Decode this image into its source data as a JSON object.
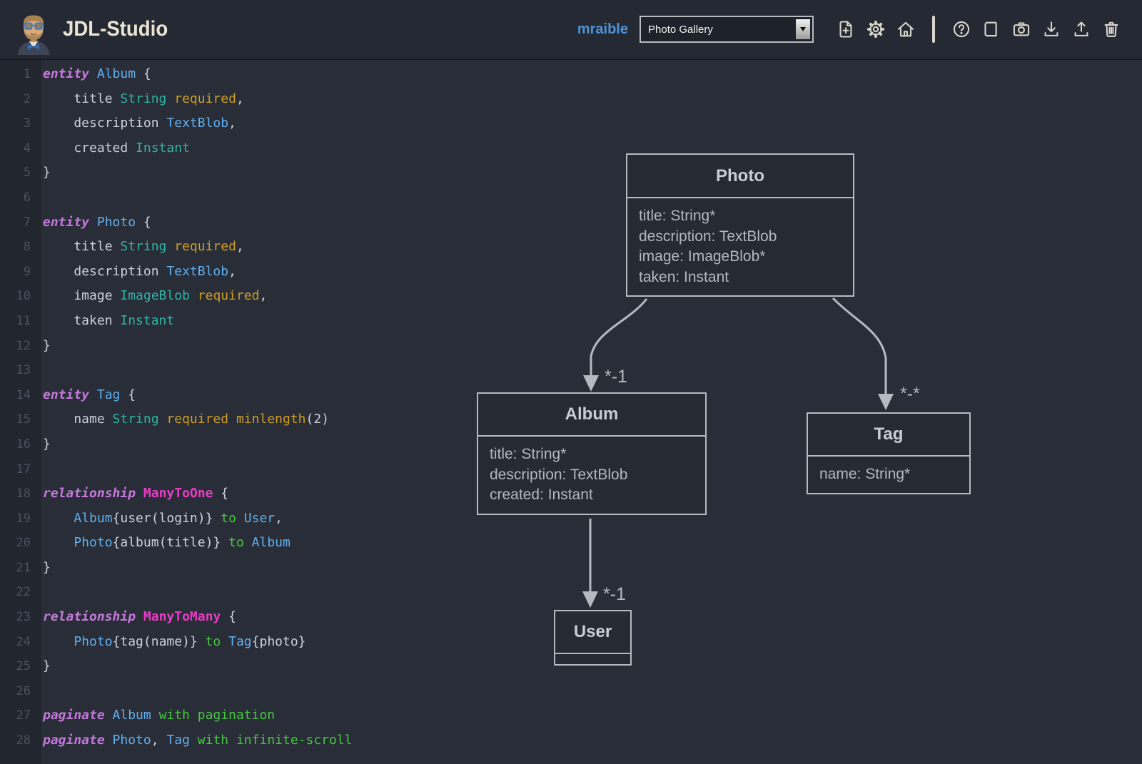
{
  "header": {
    "app_title": "JDL-Studio",
    "username": "mraible",
    "selected_sample": "Photo Gallery",
    "toolbar_icons": [
      "new-file",
      "settings",
      "home",
      "separator",
      "help",
      "documentation",
      "export-image",
      "download",
      "upload",
      "delete"
    ]
  },
  "colors": {
    "background": "#282d37",
    "header_bg": "#242933",
    "accent_blue": "#61afef",
    "keyword_violet": "#c678dd",
    "type_teal": "#30b3a3",
    "option_gold": "#cf9d26",
    "relation_magenta": "#ea3bc7",
    "green": "#46c840",
    "diagram_line": "#b6bac0",
    "username_blue": "#4e93d9"
  },
  "editor": {
    "lines": [
      [
        [
          "kw",
          "entity"
        ],
        [
          "p",
          " "
        ],
        [
          "ref",
          "Album"
        ],
        [
          "p",
          " {"
        ]
      ],
      [
        [
          "p",
          "    title "
        ],
        [
          "ty",
          "String"
        ],
        [
          "p",
          " "
        ],
        [
          "rq",
          "required"
        ],
        [
          "p",
          ","
        ]
      ],
      [
        [
          "p",
          "    description "
        ],
        [
          "ref",
          "TextBlob"
        ],
        [
          "p",
          ","
        ]
      ],
      [
        [
          "p",
          "    created "
        ],
        [
          "ty",
          "Instant"
        ]
      ],
      [
        [
          "p",
          "}"
        ]
      ],
      [],
      [
        [
          "kw",
          "entity"
        ],
        [
          "p",
          " "
        ],
        [
          "ref",
          "Photo"
        ],
        [
          "p",
          " {"
        ]
      ],
      [
        [
          "p",
          "    title "
        ],
        [
          "ty",
          "String"
        ],
        [
          "p",
          " "
        ],
        [
          "rq",
          "required"
        ],
        [
          "p",
          ","
        ]
      ],
      [
        [
          "p",
          "    description "
        ],
        [
          "ref",
          "TextBlob"
        ],
        [
          "p",
          ","
        ]
      ],
      [
        [
          "p",
          "    image "
        ],
        [
          "ty",
          "ImageBlob"
        ],
        [
          "p",
          " "
        ],
        [
          "rq",
          "required"
        ],
        [
          "p",
          ","
        ]
      ],
      [
        [
          "p",
          "    taken "
        ],
        [
          "ty",
          "Instant"
        ]
      ],
      [
        [
          "p",
          "}"
        ]
      ],
      [],
      [
        [
          "kw",
          "entity"
        ],
        [
          "p",
          " "
        ],
        [
          "ref",
          "Tag"
        ],
        [
          "p",
          " {"
        ]
      ],
      [
        [
          "p",
          "    name "
        ],
        [
          "ty",
          "String"
        ],
        [
          "p",
          " "
        ],
        [
          "rq",
          "required"
        ],
        [
          "p",
          " "
        ],
        [
          "rq",
          "minlength"
        ],
        [
          "p",
          "(2)"
        ]
      ],
      [
        [
          "p",
          "}"
        ]
      ],
      [],
      [
        [
          "kw",
          "relationship"
        ],
        [
          "p",
          " "
        ],
        [
          "rl",
          "ManyToOne"
        ],
        [
          "p",
          " {"
        ]
      ],
      [
        [
          "p",
          "    "
        ],
        [
          "ref",
          "Album"
        ],
        [
          "p",
          "{user(login)} "
        ],
        [
          "gr",
          "to"
        ],
        [
          "p",
          " "
        ],
        [
          "ref",
          "User"
        ],
        [
          "p",
          ","
        ]
      ],
      [
        [
          "p",
          "    "
        ],
        [
          "ref",
          "Photo"
        ],
        [
          "p",
          "{album(title)} "
        ],
        [
          "gr",
          "to"
        ],
        [
          "p",
          " "
        ],
        [
          "ref",
          "Album"
        ]
      ],
      [
        [
          "p",
          "}"
        ]
      ],
      [],
      [
        [
          "kw",
          "relationship"
        ],
        [
          "p",
          " "
        ],
        [
          "rl",
          "ManyToMany"
        ],
        [
          "p",
          " {"
        ]
      ],
      [
        [
          "p",
          "    "
        ],
        [
          "ref",
          "Photo"
        ],
        [
          "p",
          "{tag(name)} "
        ],
        [
          "gr",
          "to"
        ],
        [
          "p",
          " "
        ],
        [
          "ref",
          "Tag"
        ],
        [
          "p",
          "{photo}"
        ]
      ],
      [
        [
          "p",
          "}"
        ]
      ],
      [],
      [
        [
          "kw",
          "paginate"
        ],
        [
          "p",
          " "
        ],
        [
          "ref",
          "Album"
        ],
        [
          "p",
          " "
        ],
        [
          "gr",
          "with pagination"
        ]
      ],
      [
        [
          "kw",
          "paginate"
        ],
        [
          "p",
          " "
        ],
        [
          "ref",
          "Photo"
        ],
        [
          "p",
          ", "
        ],
        [
          "ref",
          "Tag"
        ],
        [
          "p",
          " "
        ],
        [
          "gr",
          "with infinite-scroll"
        ]
      ]
    ]
  },
  "diagram": {
    "entities": [
      {
        "name": "Photo",
        "fields": [
          "title: String*",
          "description: TextBlob",
          "image: ImageBlob*",
          "taken: Instant"
        ]
      },
      {
        "name": "Album",
        "fields": [
          "title: String*",
          "description: TextBlob",
          "created: Instant"
        ]
      },
      {
        "name": "Tag",
        "fields": [
          "name: String*"
        ]
      },
      {
        "name": "User",
        "fields": []
      }
    ],
    "relations": [
      {
        "from": "Photo",
        "to": "Album",
        "label": "*-1"
      },
      {
        "from": "Photo",
        "to": "Tag",
        "label": "*-*"
      },
      {
        "from": "Album",
        "to": "User",
        "label": "*-1"
      }
    ]
  }
}
